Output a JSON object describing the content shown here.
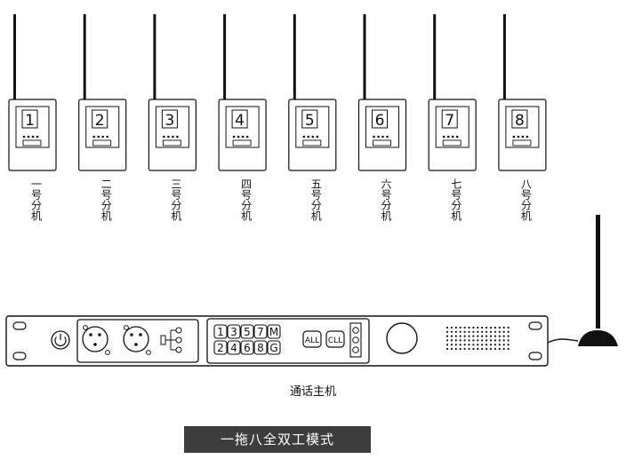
{
  "units": [
    {
      "num": "1",
      "label": "一号分机"
    },
    {
      "num": "2",
      "label": "二号分机"
    },
    {
      "num": "3",
      "label": "三号分机"
    },
    {
      "num": "4",
      "label": "四号分机"
    },
    {
      "num": "5",
      "label": "五号分机"
    },
    {
      "num": "6",
      "label": "六号分机"
    },
    {
      "num": "7",
      "label": "七号分机"
    },
    {
      "num": "8",
      "label": "八号分机"
    }
  ],
  "host": {
    "label": "通话主机",
    "keys_row1": [
      "1",
      "3",
      "5",
      "7",
      "M"
    ],
    "keys_row2": [
      "2",
      "4",
      "6",
      "8",
      "G"
    ],
    "all_button": "ALL",
    "cll_button": "CLL"
  },
  "mode_banner": "一拖八全双工模式"
}
